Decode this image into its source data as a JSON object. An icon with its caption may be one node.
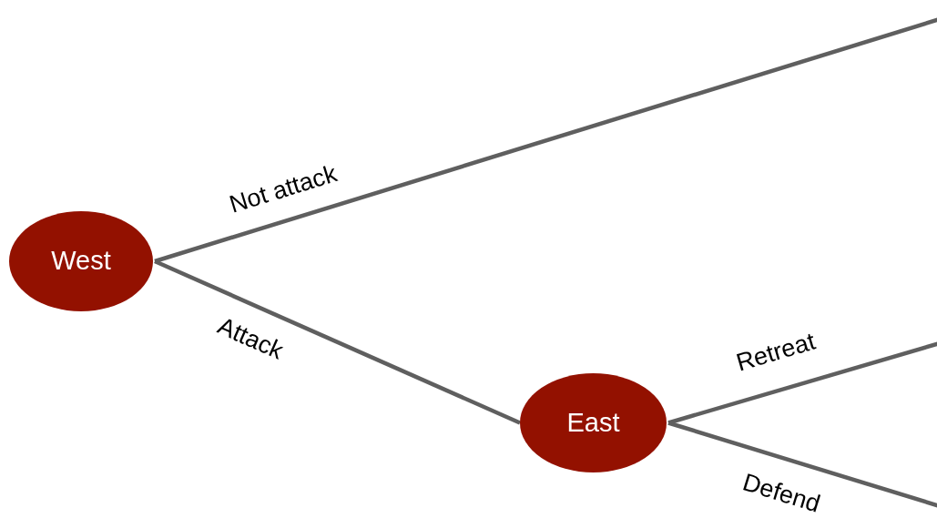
{
  "diagram": {
    "nodes": [
      {
        "text": [
          "West"
        ]
      },
      {
        "text": [
          "East"
        ]
      }
    ],
    "edges": [
      {
        "from": 0,
        "to": null,
        "arrow": "none",
        "label": "Not attack"
      },
      {
        "from": 0,
        "to": 1,
        "arrow": "none",
        "label": "Attack"
      },
      {
        "from": 1,
        "to": null,
        "arrow": "none",
        "label": "Retreat"
      },
      {
        "from": 1,
        "to": null,
        "arrow": "none",
        "label": "Defend"
      }
    ]
  }
}
